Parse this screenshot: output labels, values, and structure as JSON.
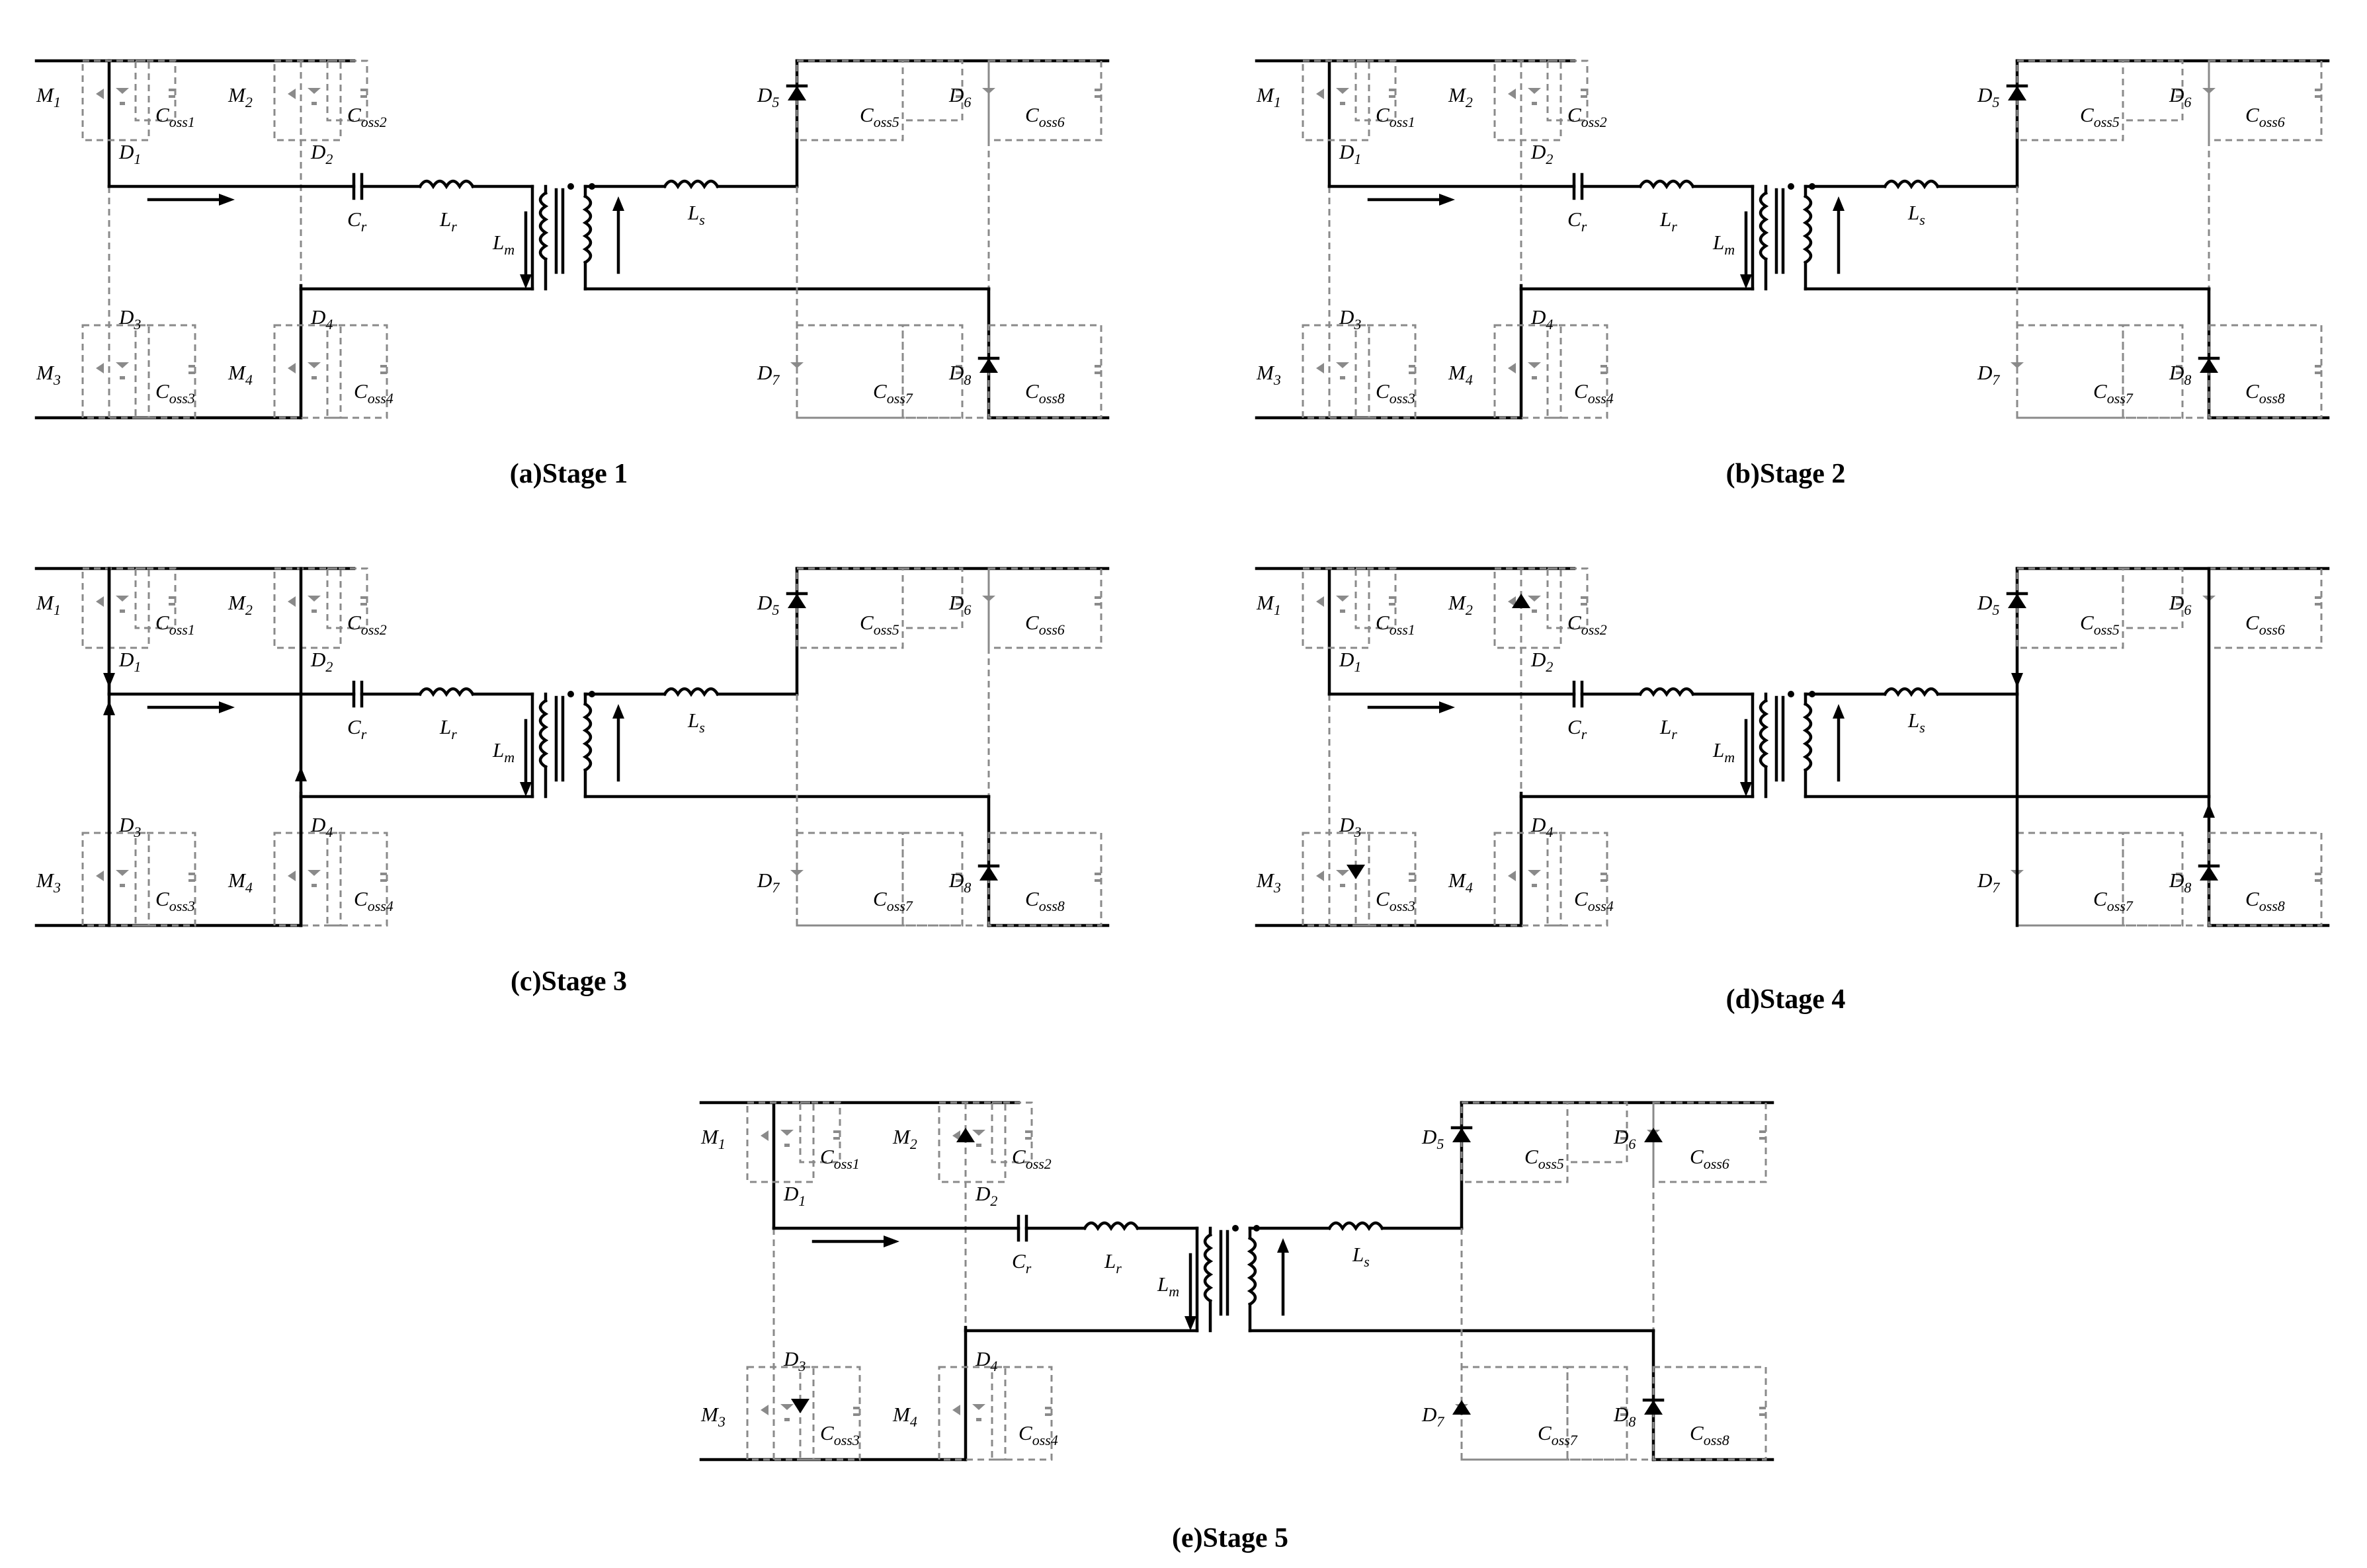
{
  "captions": [
    "(a)Stage 1",
    "(b)Stage 2",
    "(c)Stage 3",
    "(d)Stage 4",
    "(e)Stage 5"
  ],
  "labels": {
    "M1": "M",
    "M1s": "1",
    "M2": "M",
    "M2s": "2",
    "M3": "M",
    "M3s": "3",
    "M4": "M",
    "M4s": "4",
    "D1": "D",
    "D1s": "1",
    "D2": "D",
    "D2s": "2",
    "D3": "D",
    "D3s": "3",
    "D4": "D",
    "D4s": "4",
    "D5": "D",
    "D5s": "5",
    "D6": "D",
    "D6s": "6",
    "D7": "D",
    "D7s": "7",
    "D8": "D",
    "D8s": "8",
    "C1": "C",
    "C1s": "oss1",
    "C2": "C",
    "C2s": "oss2",
    "C3": "C",
    "C3s": "oss3",
    "C4": "C",
    "C4s": "oss4",
    "C5": "C",
    "C5s": "oss5",
    "C6": "C",
    "C6s": "oss6",
    "C7": "C",
    "C7s": "oss7",
    "C8": "C",
    "C8s": "oss8",
    "Cr": "C",
    "Crs": "r",
    "Lr": "L",
    "Lrs": "r",
    "Lm": "L",
    "Lms": "m",
    "Ls": "L",
    "Lss": "s"
  },
  "stages": [
    {
      "id": "a",
      "active": [
        "M1",
        "M4",
        "D5",
        "D8"
      ]
    },
    {
      "id": "b",
      "active": [
        "M1",
        "M4",
        "D5",
        "D8"
      ]
    },
    {
      "id": "c",
      "active": [
        "C1",
        "C2",
        "C3",
        "C4",
        "D5",
        "D8"
      ]
    },
    {
      "id": "d",
      "active": [
        "D2",
        "D3",
        "C5",
        "C6",
        "C7",
        "C8"
      ]
    },
    {
      "id": "e",
      "active": [
        "D2",
        "D3",
        "D6",
        "D7"
      ]
    }
  ]
}
